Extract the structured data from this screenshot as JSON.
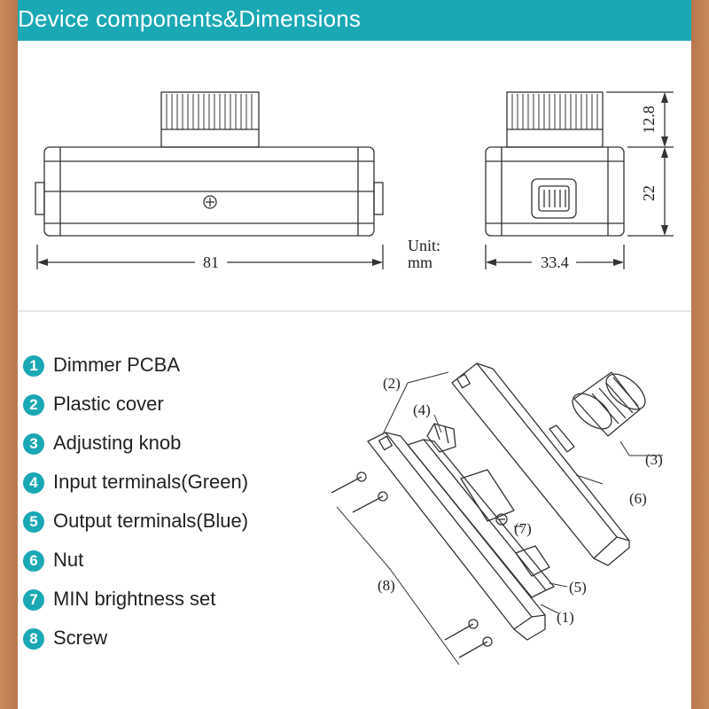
{
  "header": {
    "title": "Device components&Dimensions"
  },
  "dimensions": {
    "length": "81",
    "width": "33.4",
    "knob_height": "12.8",
    "body_height": "22",
    "unit_label": "Unit:",
    "unit_value": "mm"
  },
  "legend": [
    {
      "num": "1",
      "label": "Dimmer PCBA"
    },
    {
      "num": "2",
      "label": "Plastic cover"
    },
    {
      "num": "3",
      "label": "Adjusting knob"
    },
    {
      "num": "4",
      "label": "Input terminals(Green)"
    },
    {
      "num": "5",
      "label": "Output terminals(Blue)"
    },
    {
      "num": "6",
      "label": "Nut"
    },
    {
      "num": "7",
      "label": "MIN brightness set"
    },
    {
      "num": "8",
      "label": "Screw"
    }
  ],
  "callouts": {
    "c1": "(1)",
    "c2": "(2)",
    "c3": "(3)",
    "c4": "(4)",
    "c5": "(5)",
    "c6": "(6)",
    "c7": "(7)",
    "c8": "(8)"
  },
  "colors": {
    "accent": "#1aa8b4",
    "line": "#333333"
  }
}
